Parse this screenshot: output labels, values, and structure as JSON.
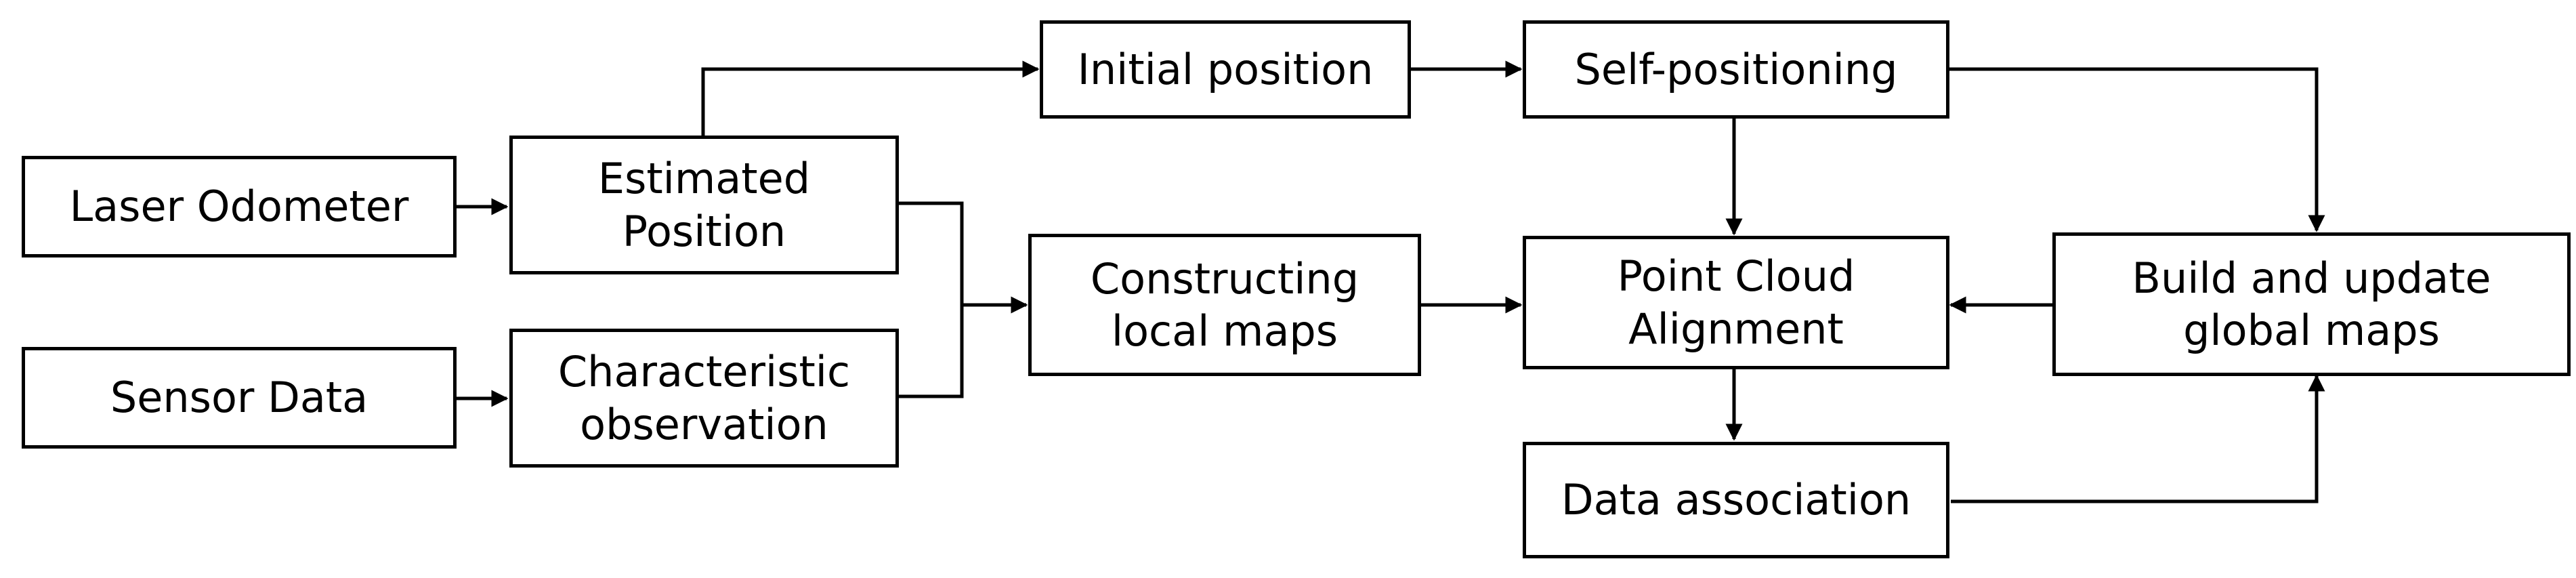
{
  "diagram": {
    "nodes": {
      "laser_odometer": "Laser Odometer",
      "sensor_data": "Sensor Data",
      "estimated_position": "Estimated\nPosition",
      "characteristic_observation": "Characteristic\nobservation",
      "initial_position": "Initial position",
      "constructing_local_maps": "Constructing\nlocal maps",
      "self_positioning": "Self-positioning",
      "point_cloud_alignment": "Point Cloud\nAlignment",
      "data_association": "Data association",
      "build_update_global_maps": "Build and update\nglobal maps"
    },
    "edges": [
      {
        "from": "laser_odometer",
        "to": "estimated_position"
      },
      {
        "from": "sensor_data",
        "to": "characteristic_observation"
      },
      {
        "from": "estimated_position",
        "to": "initial_position"
      },
      {
        "from": "estimated_position",
        "to": "constructing_local_maps"
      },
      {
        "from": "characteristic_observation",
        "to": "constructing_local_maps"
      },
      {
        "from": "initial_position",
        "to": "self_positioning"
      },
      {
        "from": "constructing_local_maps",
        "to": "point_cloud_alignment"
      },
      {
        "from": "self_positioning",
        "to": "point_cloud_alignment"
      },
      {
        "from": "self_positioning",
        "to": "build_update_global_maps"
      },
      {
        "from": "build_update_global_maps",
        "to": "point_cloud_alignment"
      },
      {
        "from": "point_cloud_alignment",
        "to": "data_association"
      },
      {
        "from": "data_association",
        "to": "build_update_global_maps"
      }
    ]
  }
}
